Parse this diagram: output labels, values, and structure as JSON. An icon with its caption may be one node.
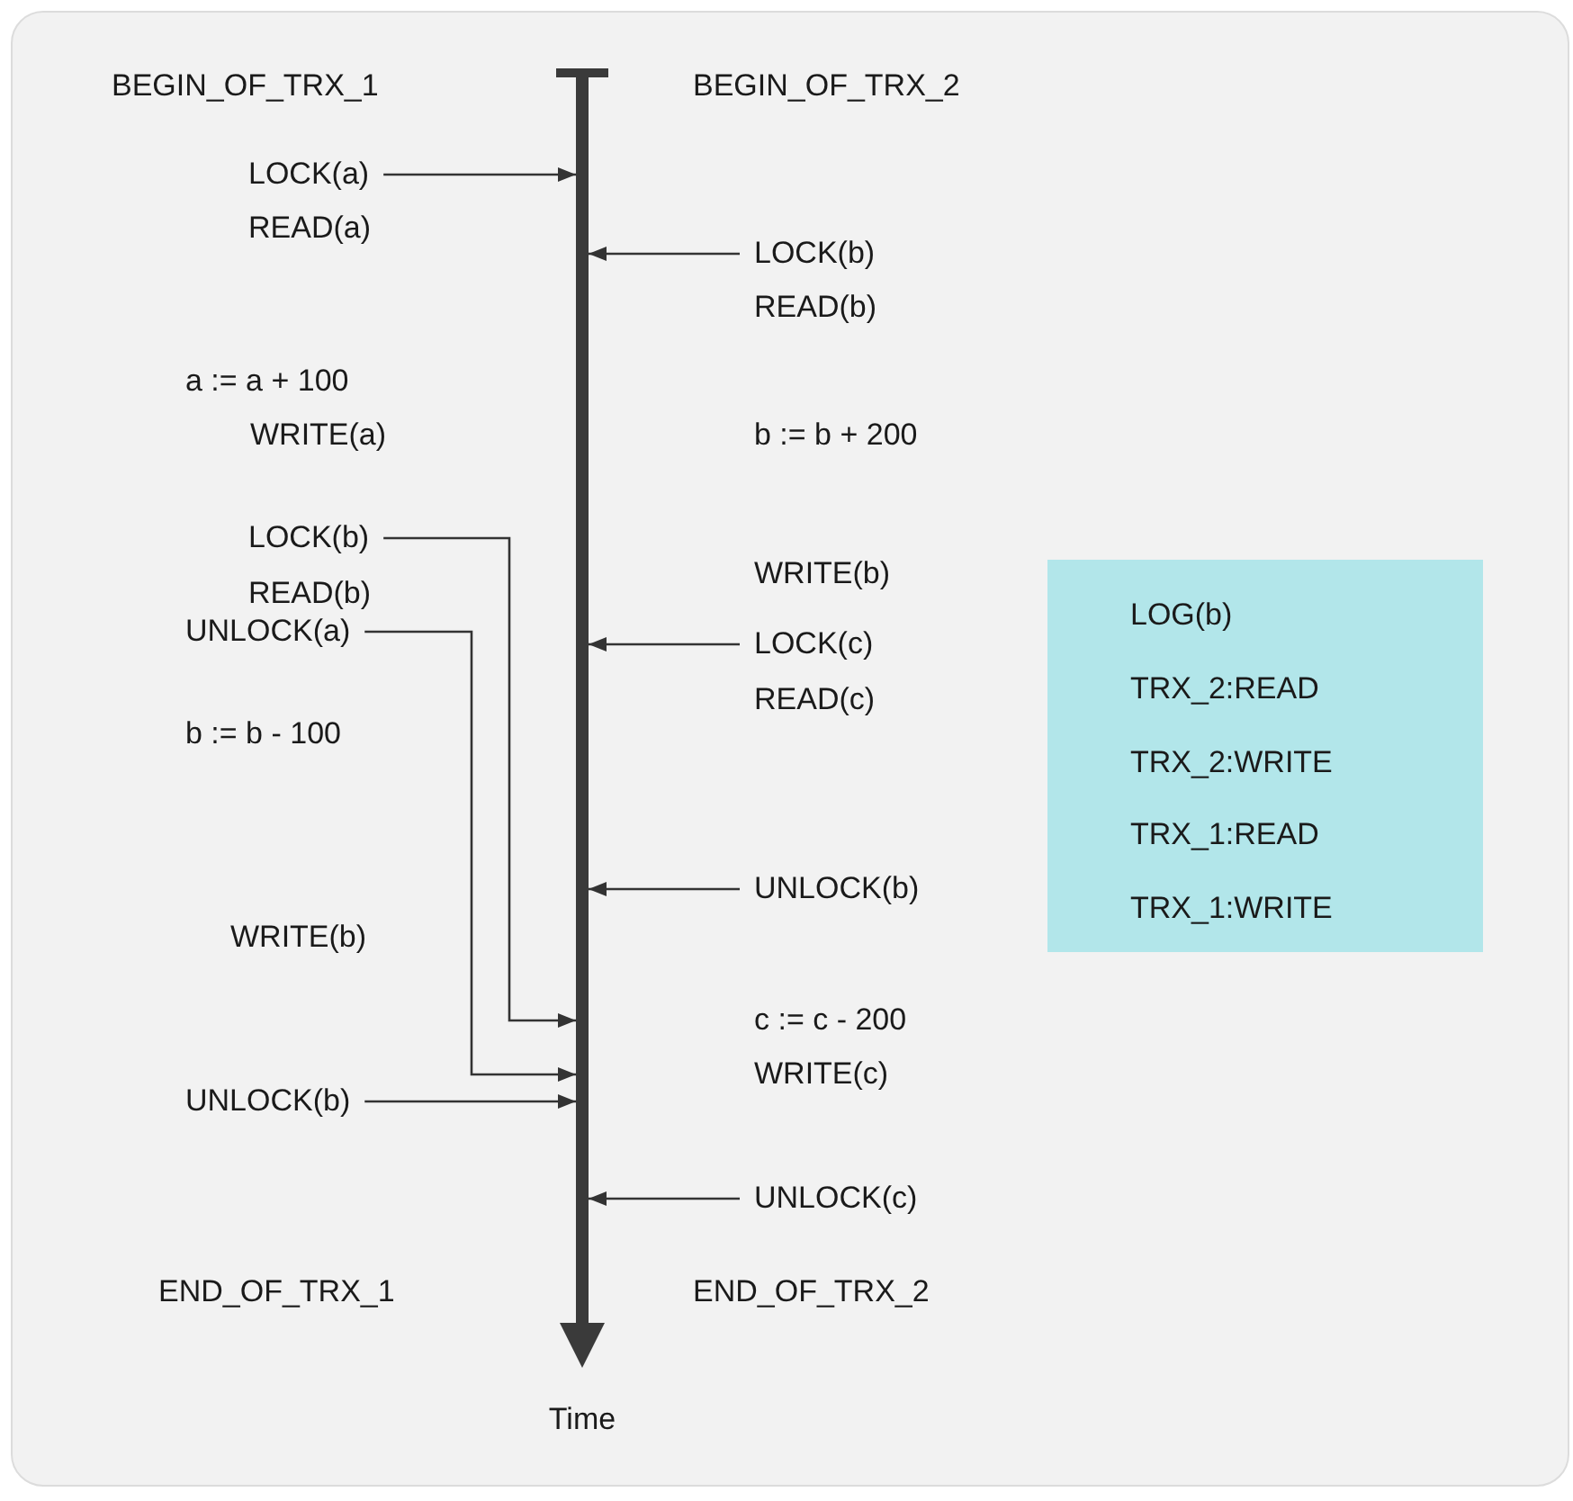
{
  "diagram": {
    "nodes": [
      {
        "text": [],
        "shape": "bar",
        "beside": [
          "Time"
        ]
      },
      {
        "text": [
          "LOCK(a)"
        ]
      },
      {
        "text": [
          "LOCK(b)"
        ]
      },
      {
        "text": [
          "LOCK(b)"
        ]
      },
      {
        "text": [
          "UNLOCK(a)"
        ]
      },
      {
        "text": [
          "LOCK(c)"
        ]
      },
      {
        "text": [
          "UNLOCK(b)"
        ]
      },
      {
        "text": [
          "UNLOCK(b)"
        ]
      },
      {
        "text": [
          "UNLOCK(c)"
        ]
      },
      {
        "text": [
          "LOG(b)",
          "TRX_2:READ",
          "TRX_2:WRITE",
          "TRX_1:READ",
          "TRX_1:WRITE"
        ]
      }
    ],
    "edges": [
      {
        "from": 1,
        "to": 0,
        "arrow": "to"
      },
      {
        "from": 2,
        "to": 0,
        "arrow": "to"
      },
      {
        "from": 3,
        "to": 0,
        "arrow": "to"
      },
      {
        "from": 4,
        "to": 0,
        "arrow": "to"
      },
      {
        "from": 5,
        "to": 0,
        "arrow": "to"
      },
      {
        "from": 6,
        "to": 0,
        "arrow": "to"
      },
      {
        "from": 7,
        "to": 0,
        "arrow": "to"
      },
      {
        "from": 8,
        "to": 0,
        "arrow": "to"
      }
    ],
    "labels": [
      "BEGIN_OF_TRX_1",
      "BEGIN_OF_TRX_2",
      "READ(a)",
      "READ(b)",
      "a := a + 100",
      "WRITE(a)",
      "b := b + 200",
      "WRITE(b)",
      "READ(b)",
      "READ(c)",
      "b := b - 100",
      "WRITE(b)",
      "c := c - 200",
      "WRITE(c)",
      "END_OF_TRX_1",
      "END_OF_TRX_2"
    ]
  }
}
